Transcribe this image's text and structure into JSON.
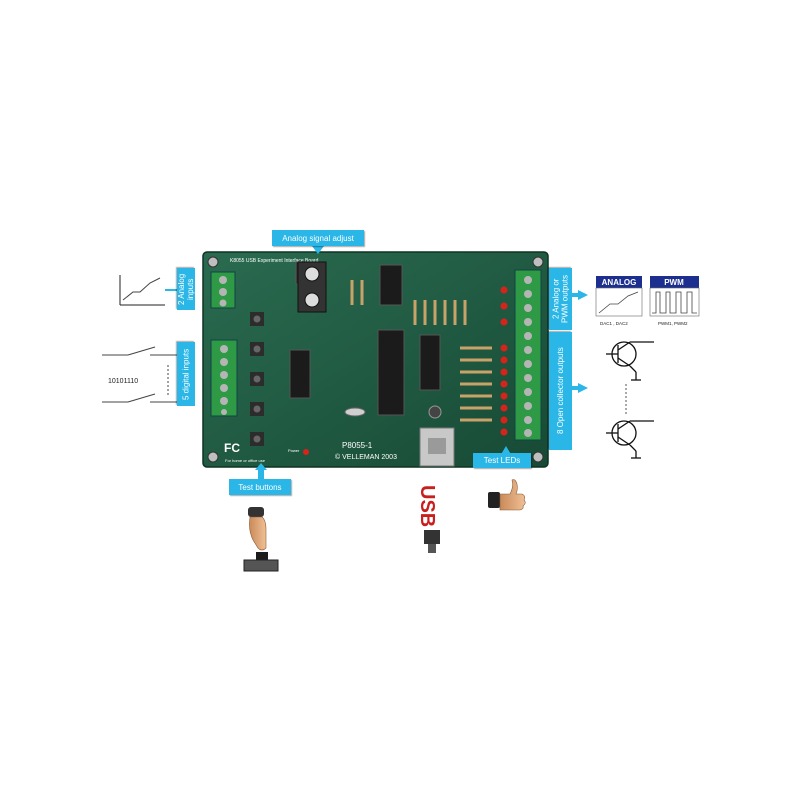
{
  "callouts": {
    "analog_signal_adjust": "Analog signal adjust",
    "analog_inputs": "2 Analog inputs",
    "digital_inputs": "5 digital inputs",
    "analog_pwm_outputs": "2 Analog or PWM outputs",
    "open_collector_outputs": "8 Open collector outputs",
    "test_buttons": "Test buttons",
    "test_leds": "Test LEDs"
  },
  "board": {
    "title": "K8055 USB Experiment Interface Board",
    "model": "P8055-1",
    "maker": "© VELLEMAN 2003",
    "fcc": "FC",
    "fcc_note": "For home or office use",
    "power_label": "Power"
  },
  "diagram": {
    "binary_value": "10101110",
    "analog_title": "ANALOG",
    "analog_caption": "DAC1 , DAC2",
    "pwm_title": "PWM",
    "pwm_caption": "PWM1, PWM2",
    "usb_text": "USB"
  },
  "colors": {
    "callout": "#2ab6e6",
    "pcb": "#1f5e44",
    "header_box": "#1c2f8f",
    "led": "#d8231a",
    "usb": "#c81e1e"
  },
  "icons": [
    "transistor-icon",
    "finger-press-icon",
    "thumbs-up-icon",
    "usb-plug-icon"
  ]
}
